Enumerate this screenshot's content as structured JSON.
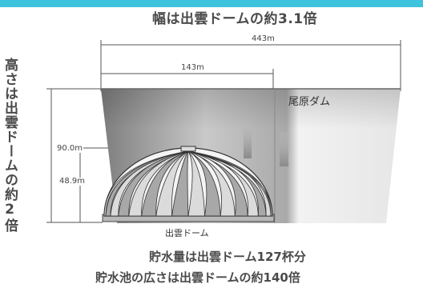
{
  "header": {
    "bar_color": "#3ec3dc"
  },
  "diagram": {
    "title": "幅は出雲ドームの約3.1倍",
    "width_dam": "443m",
    "width_dome": "143m",
    "height_dam": "90.0m",
    "height_dome": "48.9m",
    "height_title": "高さは出雲ドームの約2倍",
    "dam_label": "尾原ダム",
    "dome_label": "出雲ドーム",
    "note_water": "貯水量は出雲ドーム127杯分",
    "note_area": "貯水池の広さは出雲ドームの約140倍"
  }
}
